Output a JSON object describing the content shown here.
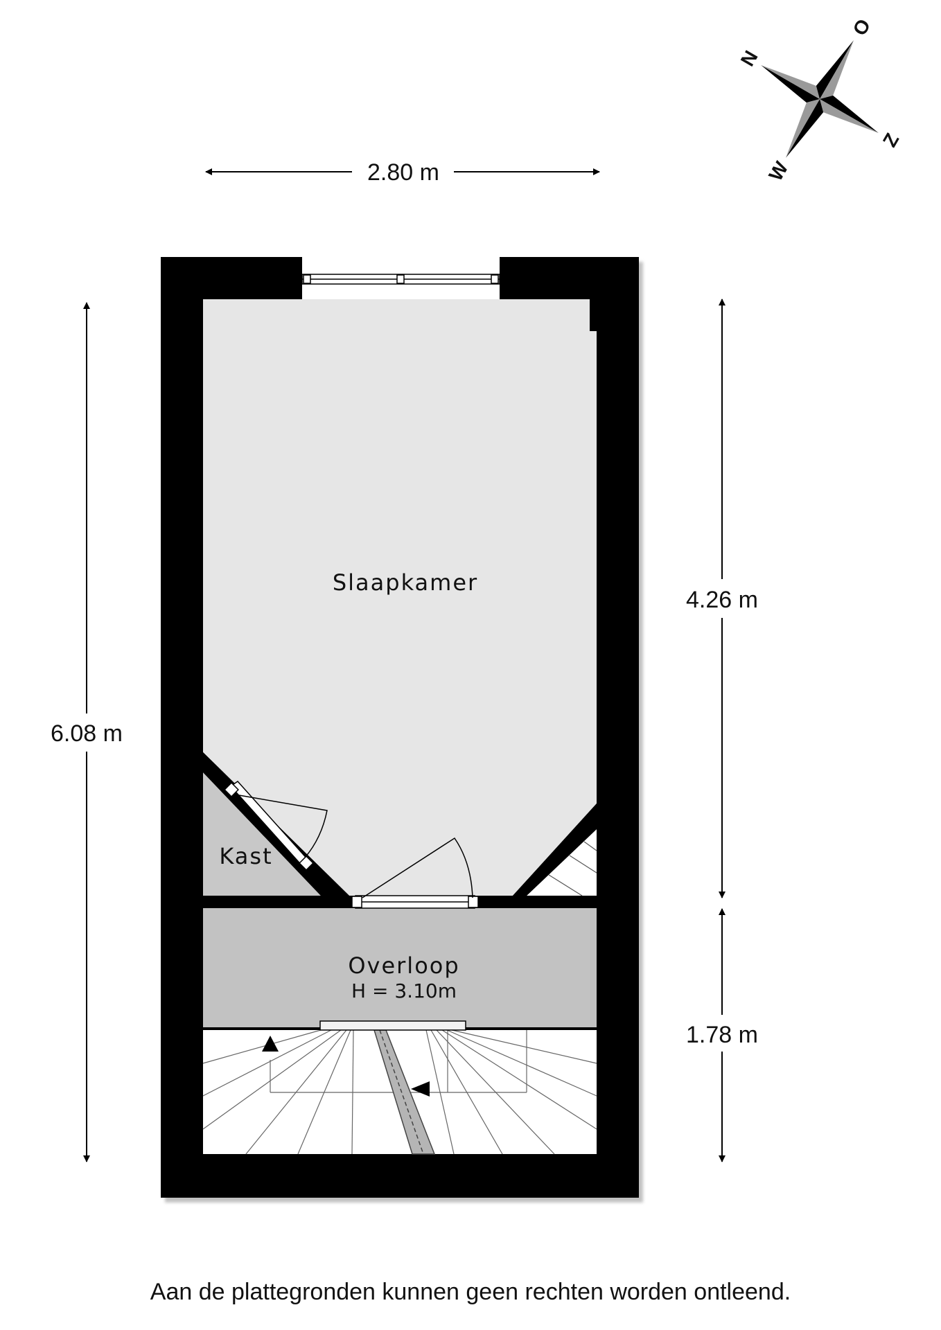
{
  "rooms": {
    "slaapkamer": "Slaapkamer",
    "kast": "Kast",
    "overloop": "Overloop",
    "overloop_height": "H = 3.10m"
  },
  "dimensions": {
    "width_top": "2.80 m",
    "height_total": "6.08 m",
    "height_bedroom": "4.26 m",
    "height_landing": "1.78 m"
  },
  "compass": {
    "north": "N",
    "east": "O",
    "south": "Z",
    "west": "W"
  },
  "disclaimer": "Aan de plattegronden kunnen geen rechten worden ontleend.",
  "colors": {
    "wall": "#000000",
    "bedroom_floor": "#e6e6e6",
    "landing_floor": "#c2c2c2",
    "closet_floor": "#c8c8c8"
  }
}
